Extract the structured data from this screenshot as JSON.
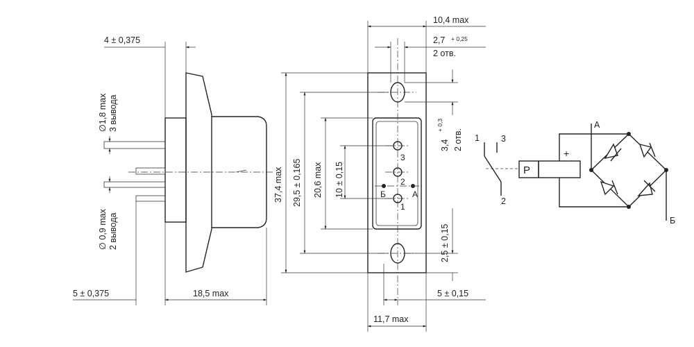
{
  "side_view": {
    "dim_flange": "4 ± 0,375",
    "dim_lead_dia_top": "∅1,8 max",
    "dim_lead_count_top": "3 вывода",
    "dim_lead_dia_bottom": "∅ 0,9 max",
    "dim_lead_count_bottom": "2 вывода",
    "dim_bottom_left": "5 ± 0,375",
    "dim_body_length": "18,5 max"
  },
  "front_view": {
    "dim_width_top": "10,4 max",
    "dim_hole_dia": "2,7",
    "dim_hole_tol": "+ 0,25",
    "dim_hole_count": "2 отв.",
    "dim_total_height": "37,4 max",
    "dim_hole_spacing": "29,5 ± 0,165",
    "dim_window": "20,6 max",
    "dim_pin_spacing": "10 ± 0,15",
    "dim_slot": "3,4",
    "dim_slot_tol": "+ 0,3",
    "dim_slot_count": "2 отв.",
    "dim_hole_edge": "2,5 ± 0,15",
    "dim_hole_offset": "5 ± 0,15",
    "dim_width_bottom": "11,7 max",
    "pin_1": "1",
    "pin_2": "2",
    "pin_3": "3",
    "label_b": "Б",
    "label_a": "A"
  },
  "schematic": {
    "switch_pin_1": "1",
    "switch_pin_2": "2",
    "switch_pin_3": "3",
    "relay_label": "P",
    "plus_label": "+",
    "node_a": "A",
    "node_b": "Б"
  }
}
